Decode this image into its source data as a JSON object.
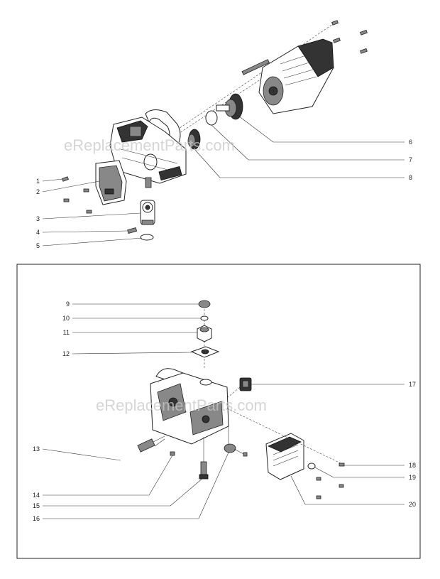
{
  "watermark": "eReplacementParts.com",
  "upper_callouts": [
    "1",
    "2",
    "3",
    "4",
    "5",
    "6",
    "7",
    "8"
  ],
  "lower_callouts": [
    "9",
    "10",
    "11",
    "12",
    "13",
    "14",
    "15",
    "16",
    "17",
    "18",
    "19",
    "20"
  ]
}
